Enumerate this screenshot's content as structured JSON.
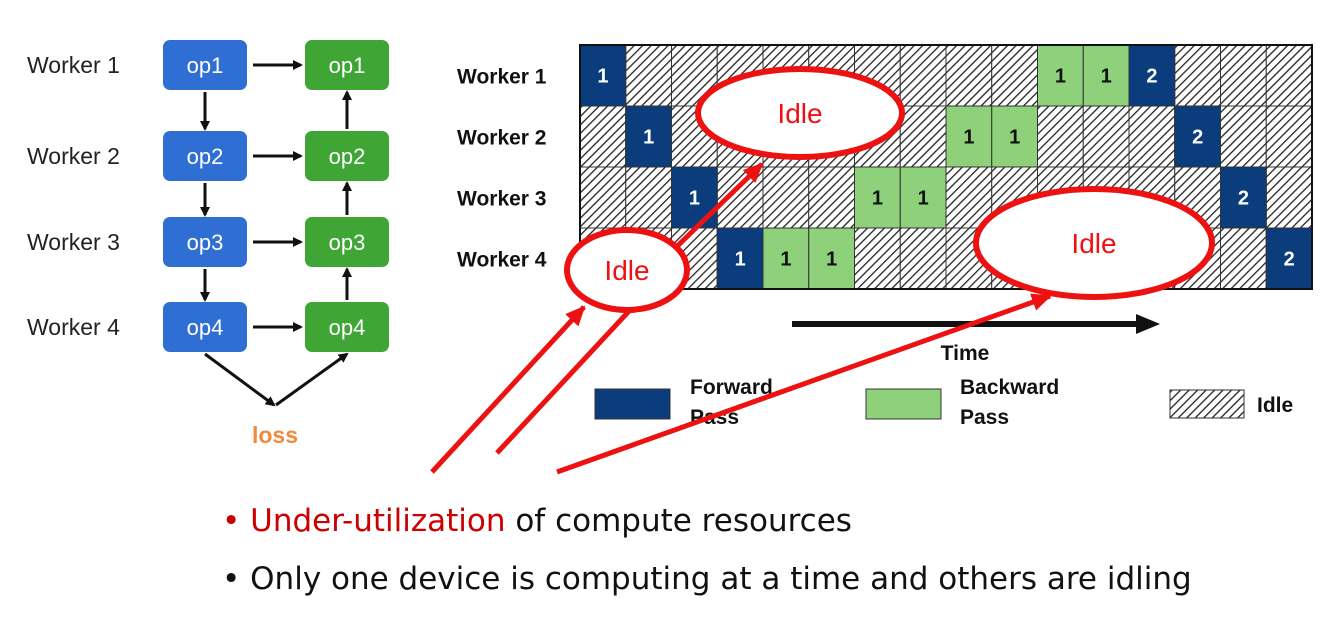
{
  "colors": {
    "blue_op": "#2f6fd4",
    "green_op": "#3fa535",
    "forward": "#0b3d7c",
    "backward": "#8fd07b",
    "annotation_red": "#ee1111",
    "loss": "#f08a3c"
  },
  "left_diagram": {
    "workers": [
      "Worker 1",
      "Worker 2",
      "Worker 3",
      "Worker 4"
    ],
    "forward_ops": [
      "op1",
      "op2",
      "op3",
      "op4"
    ],
    "backward_ops": [
      "op1",
      "op2",
      "op3",
      "op4"
    ],
    "loss_label": "loss"
  },
  "timeline": {
    "workers": [
      "Worker 1",
      "Worker 2",
      "Worker 3",
      "Worker 4"
    ],
    "columns": 16,
    "rows": [
      [
        {
          "c": 0,
          "t": "F",
          "l": "1"
        },
        {
          "c": 10,
          "t": "B",
          "l": "1"
        },
        {
          "c": 11,
          "t": "B",
          "l": "1"
        },
        {
          "c": 12,
          "t": "F",
          "l": "2"
        }
      ],
      [
        {
          "c": 1,
          "t": "F",
          "l": "1"
        },
        {
          "c": 8,
          "t": "B",
          "l": "1"
        },
        {
          "c": 9,
          "t": "B",
          "l": "1"
        },
        {
          "c": 13,
          "t": "F",
          "l": "2"
        }
      ],
      [
        {
          "c": 2,
          "t": "F",
          "l": "1"
        },
        {
          "c": 6,
          "t": "B",
          "l": "1"
        },
        {
          "c": 7,
          "t": "B",
          "l": "1"
        },
        {
          "c": 14,
          "t": "F",
          "l": "2"
        }
      ],
      [
        {
          "c": 3,
          "t": "F",
          "l": "1"
        },
        {
          "c": 4,
          "t": "B",
          "l": "1"
        },
        {
          "c": 5,
          "t": "B",
          "l": "1"
        },
        {
          "c": 15,
          "t": "F",
          "l": "2"
        }
      ]
    ],
    "time_label": "Time",
    "legend": {
      "forward": [
        "Forward",
        "Pass"
      ],
      "backward": [
        "Backward",
        "Pass"
      ],
      "idle": "Idle"
    }
  },
  "annotations": {
    "idle_labels": [
      "Idle",
      "Idle",
      "Idle"
    ]
  },
  "bullets": {
    "line1_highlight": "Under-utilization",
    "line1_rest": " of compute resources",
    "line2": "Only one device is computing at a time and others are idling"
  }
}
